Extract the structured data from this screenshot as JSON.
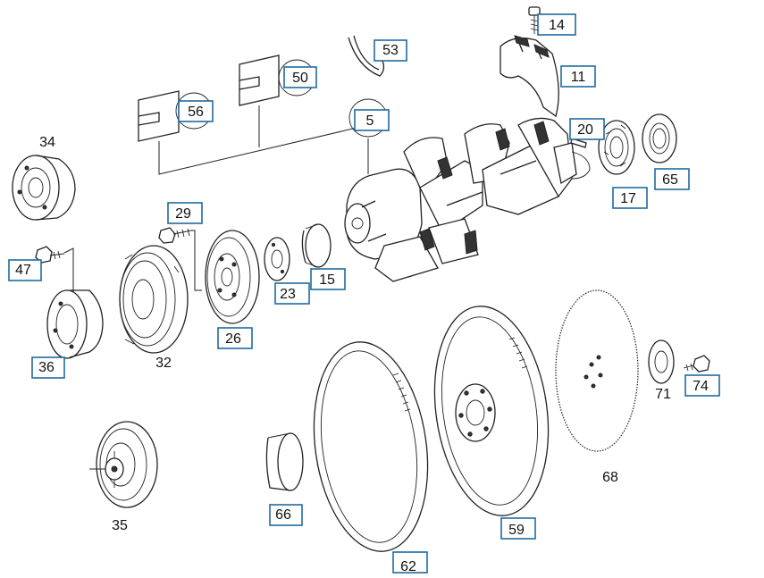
{
  "diagram": {
    "boxed_labels": [
      "14",
      "53",
      "11",
      "50",
      "56",
      "5",
      "20",
      "65",
      "17",
      "29",
      "47",
      "23",
      "15",
      "26",
      "36",
      "74",
      "66",
      "59",
      "62"
    ],
    "plain_labels": [
      "34",
      "32",
      "71",
      "68",
      "35"
    ]
  },
  "colors": {
    "callout_border": "#1f6aa0",
    "line": "#222222",
    "background": "#ffffff"
  }
}
